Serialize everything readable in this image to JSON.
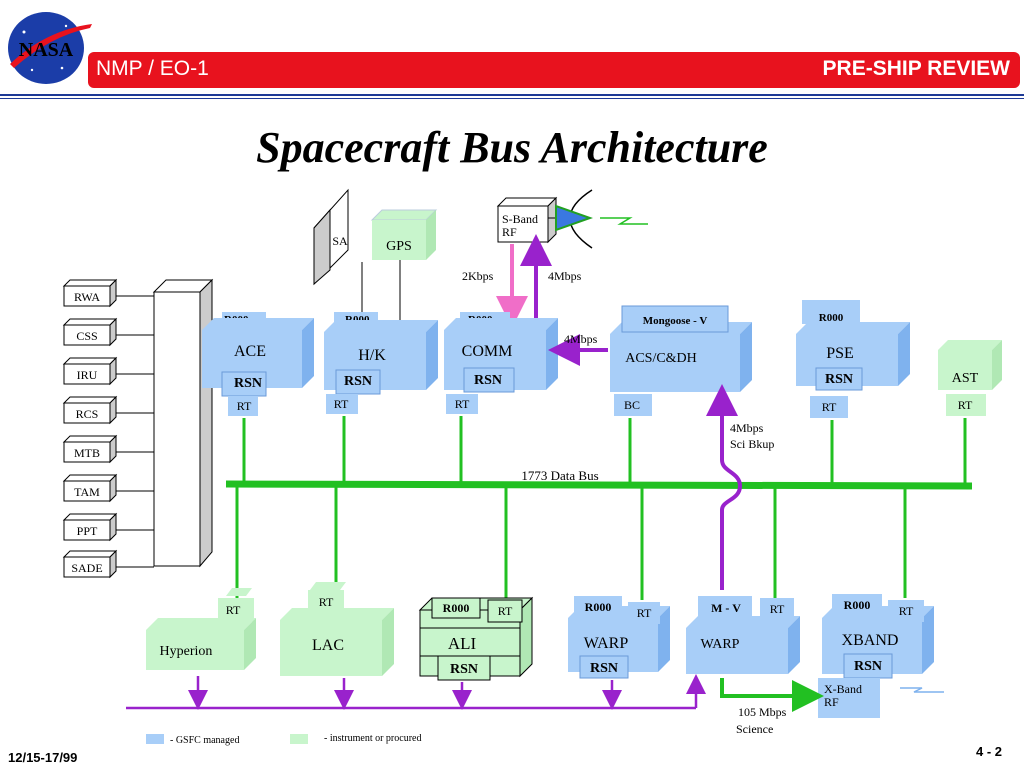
{
  "header": {
    "left": "NMP / EO-1",
    "right": "PRE-SHIP REVIEW"
  },
  "logo_text": "NASA",
  "title": "Spacecraft Bus Architecture",
  "footer": {
    "date": "12/15-17/99",
    "page": "4 - 2"
  },
  "colors": {
    "gsfc": "#a8cef8",
    "instrument": "#c8f5cc",
    "bus": "#22c022",
    "science": "#9922cc",
    "accent_red": "#e8121e",
    "pink": "#f06ec8"
  },
  "bus_label": "1773 Data Bus",
  "side_boxes": [
    "RWA",
    "CSS",
    "IRU",
    "RCS",
    "MTB",
    "TAM",
    "PPT",
    "SADE"
  ],
  "top_items": {
    "sa": "SA",
    "gps": "GPS",
    "sband": "S-Band RF",
    "rate_2kbps": "2Kbps",
    "rate_4mbps_up": "4Mbps",
    "rate_4mbps_acs": "4Mbps",
    "rate_4mbps_sci": "4Mbps",
    "sci_bkup": "Sci Bkup"
  },
  "top_modules": [
    {
      "tag": "R000",
      "name": "ACE",
      "rsn": "RSN",
      "rt": "RT"
    },
    {
      "tag": "R000",
      "name": "H/K",
      "rsn": "RSN",
      "rt": "RT"
    },
    {
      "tag": "R000",
      "name": "COMM",
      "rsn": "RSN",
      "rt": "RT"
    },
    {
      "tag": "Mongoose - V",
      "name": "ACS/C&DH",
      "rt": "BC"
    },
    {
      "tag": "R000",
      "name": "PSE",
      "rsn": "RSN",
      "rt": "RT"
    },
    {
      "name": "AST",
      "rt": "RT"
    }
  ],
  "bottom_modules": [
    {
      "name": "Hyperion",
      "rt": "RT"
    },
    {
      "name": "LAC",
      "rt": "RT"
    },
    {
      "tag": "R000",
      "name": "ALI",
      "rsn": "RSN",
      "rt": "RT"
    },
    {
      "tag": "R000",
      "name": "WARP",
      "rsn": "RSN",
      "rt": "RT"
    },
    {
      "tag": "M - V",
      "name": "WARP",
      "rt": "RT"
    },
    {
      "tag": "R000",
      "name": "XBAND",
      "rsn": "RSN",
      "rt": "RT"
    }
  ],
  "xband_rf": "X-Band RF",
  "science_rate": "105 Mbps",
  "science_label": "Science",
  "legend": {
    "gsfc": "- GSFC managed",
    "instrument": "- instrument or procured"
  }
}
